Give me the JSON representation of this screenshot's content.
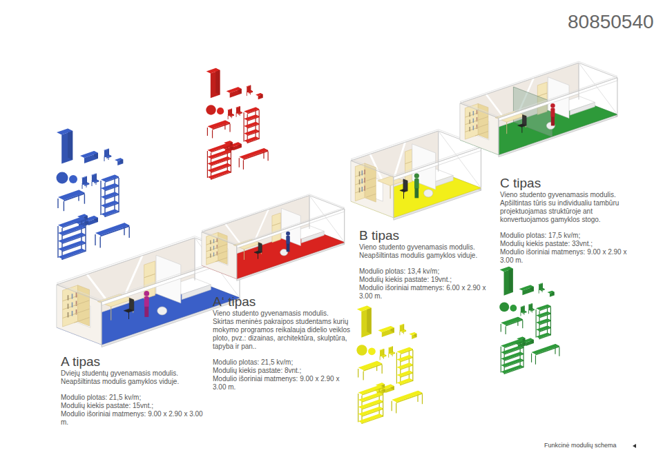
{
  "diagram": {
    "caption": "Funkcinė modulių schema",
    "labels": [
      "80850540",
      "A tipas",
      "Dviejų studentų gyvenamasis modulis. Neapšiltintas modulis gamyklos viduje.",
      "Modulio plotas: 21,5 kv/m;",
      "Modulių kiekis pastate: 15vnt.;",
      "Modulio išoriniai matmenys: 9.00 x 2.90 x 3.00 m.",
      "A‘ tipas",
      "Vieno studento gyvenamasis modulis. Skirtas meninės pakraipos studentams kurių mokymo programos reikalauja didelio veiklos ploto, pvz.: dizainas, architektūra, skulptūra, tapyba ir pan..",
      "Modulio plotas: 21,5 kv/m;",
      "Modulių kiekis pastate: 8vnt.;",
      "Modulio išoriniai matmenys: 9.00 x 2.90 x 3.00 m.",
      "B tipas",
      "Vieno studento gyvenamasis modulis. Neapšiltintas modulis gamyklos viduje.",
      "Modulio plotas: 13,4 kv/m;",
      "Modulių kiekis pastate: 19vnt.;",
      "Modulio išoriniai matmenys: 6.00 x 2.90 x 3.00 m.",
      "C tipas",
      "Vieno studento gyvenamasis modulis. Apšiltintas tūris su individualiu tambūru projektuojamas struktūroje ant konvertuojamos gamyklos stogo.",
      "Modulio plotas: 17,5 kv/m;",
      "Modulių kiekis pastate: 33vnt.;",
      "Modulio išoriniai matmenys: 9.00 x 2.90 x 3.00 m."
    ]
  }
}
